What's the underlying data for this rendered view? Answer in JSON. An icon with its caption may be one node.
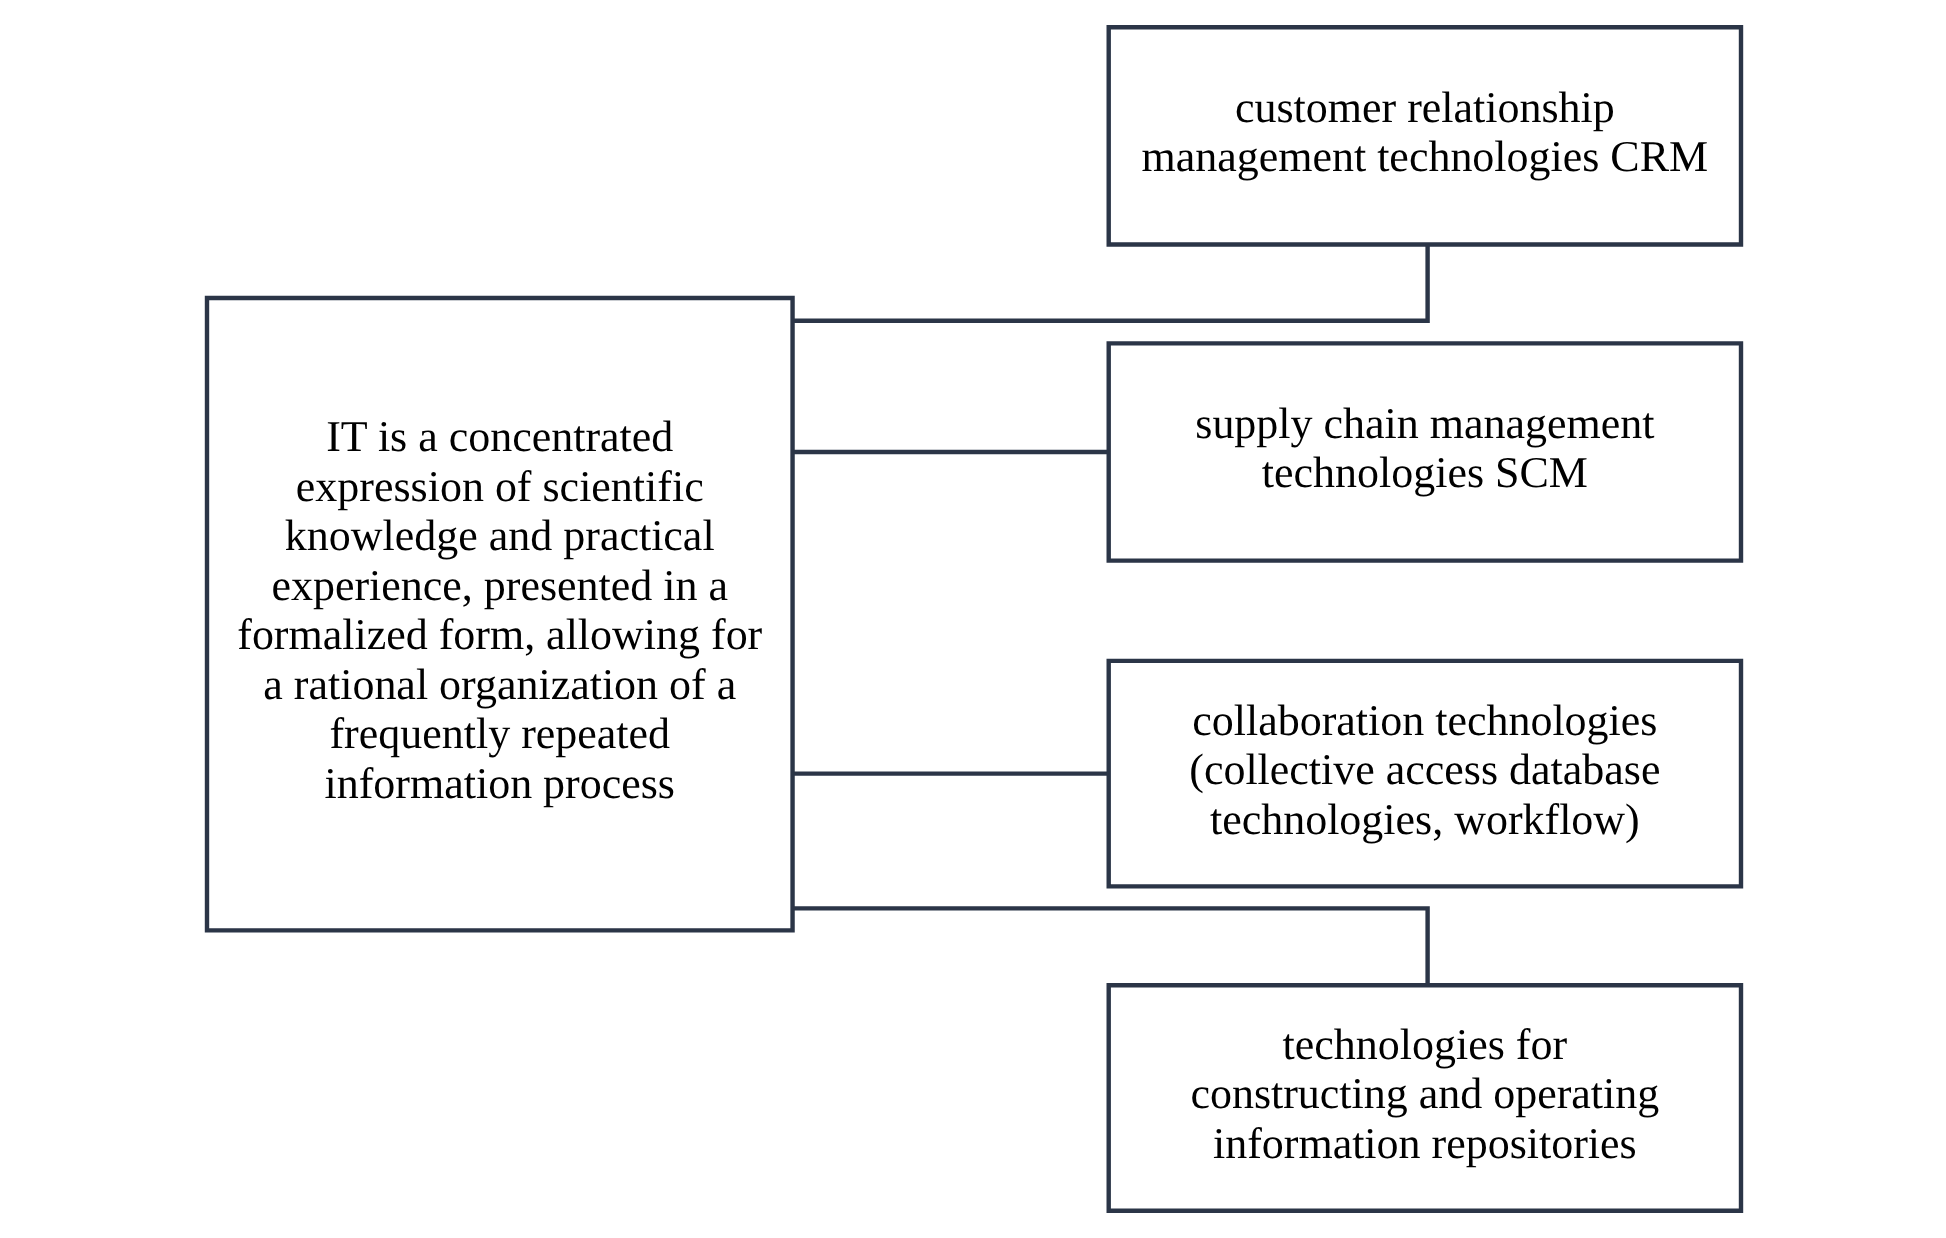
{
  "diagram": {
    "nodes": [
      {
        "text": [
          "IT is a concentrated expression of scientific knowledge and practical experience, presented in a formalized form, allowing for a rational organization of a frequently repeated information process"
        ]
      },
      {
        "text": [
          "customer relationship management technologies CRM"
        ]
      },
      {
        "text": [
          "supply chain management technologies SCM"
        ]
      },
      {
        "text": [
          "collaboration technologies (collective access database technologies, workflow)"
        ]
      },
      {
        "text": [
          "technologies for constructing and operating information repositories"
        ]
      }
    ],
    "edges": [
      {
        "from": 0,
        "to": 1,
        "arrow": "none"
      },
      {
        "from": 0,
        "to": 2,
        "arrow": "none"
      },
      {
        "from": 0,
        "to": 3,
        "arrow": "none"
      },
      {
        "from": 0,
        "to": 4,
        "arrow": "none"
      }
    ]
  }
}
